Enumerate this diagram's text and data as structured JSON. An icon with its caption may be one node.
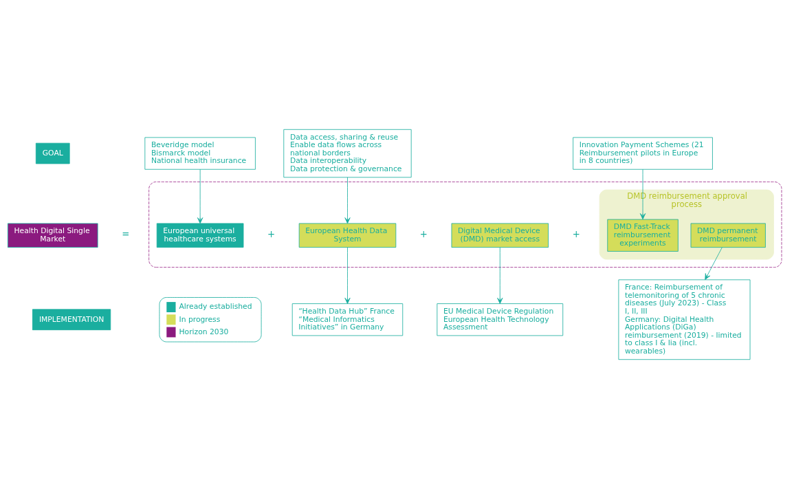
{
  "diagram": {
    "nodes": [
      {
        "text": [
          "GOAL"
        ]
      },
      {
        "text": [
          "Beveridge model",
          "Bismarck model",
          "National health insurance"
        ]
      },
      {
        "text": [
          "Data access, sharing & reuse",
          "Enable data flows across national borders",
          "Data interoperability",
          "Data protection & governance"
        ]
      },
      {
        "text": [
          "Innovation Payment Schemes (21 Reimbursement pilots in Europe in 8 countries)"
        ]
      },
      {
        "text": [
          "Health Digital Single Market"
        ]
      },
      {
        "text": [],
        "shape": "box"
      },
      {
        "text": [
          "European universal healthcare systems"
        ],
        "in": 5
      },
      {
        "text": [
          "European Health Data System"
        ],
        "in": 5
      },
      {
        "text": [
          "Digital Medical Device (DMD) market access"
        ],
        "in": 5
      },
      {
        "text": [
          "DMD reimbursement approval process"
        ],
        "in": 5
      },
      {
        "text": [
          "DMD Fast-Track reimbursement experiments"
        ],
        "in": 9
      },
      {
        "text": [
          "DMD permanent reimbursement"
        ],
        "in": 9
      },
      {
        "text": [
          "IMPLEMENTATION"
        ]
      },
      {
        "text": [
          "“Health Data Hub” France",
          "“Medical Informatics Initiatives” in Germany"
        ]
      },
      {
        "text": [
          "EU Medical Device Regulation",
          "European Health Technology Assessment"
        ]
      },
      {
        "text": [
          "France: Reimbursement of telemonitoring of 5 chronic diseases (July 2023) - Class I, II, III",
          "Germany: Digital Health Applications (DiGa) reimbursement (2019) - limited to class I & Iia (incl. wearables)"
        ]
      }
    ],
    "edges": [
      {
        "from": 1,
        "to": 6,
        "arrow": "to"
      },
      {
        "from": 2,
        "to": 7,
        "arrow": "to"
      },
      {
        "from": 3,
        "to": 10,
        "arrow": "to"
      },
      {
        "from": 7,
        "to": 13,
        "arrow": "to"
      },
      {
        "from": 8,
        "to": 14,
        "arrow": "to"
      },
      {
        "from": 11,
        "to": 15,
        "arrow": "to"
      }
    ],
    "labels": [
      "=",
      "+",
      "+",
      "+"
    ],
    "legend": [
      {
        "text": "Already established",
        "color": "#1aae9f"
      },
      {
        "text": "In progress",
        "color": "#d4dd5a"
      },
      {
        "text": "Horizon 2030",
        "color": "#8b1a7f"
      }
    ]
  }
}
